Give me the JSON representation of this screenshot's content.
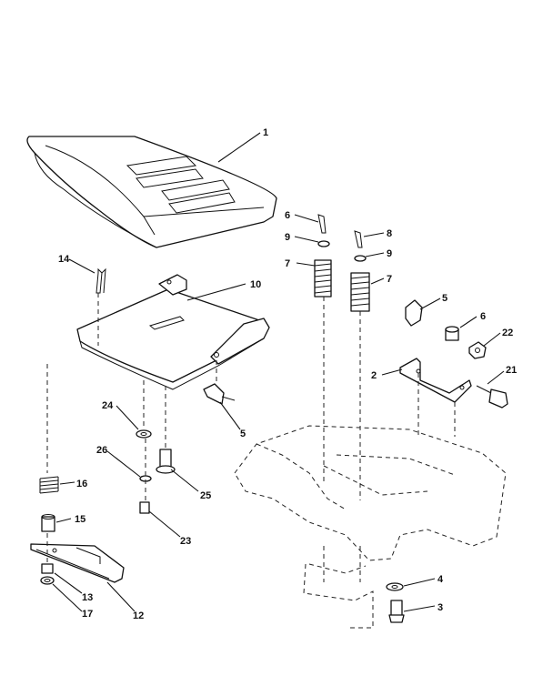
{
  "callouts": {
    "c1": "1",
    "c2": "2",
    "c3": "3",
    "c4": "4",
    "c5a": "5",
    "c5b": "5",
    "c6a": "6",
    "c6b": "6",
    "c7a": "7",
    "c7b": "7",
    "c8": "8",
    "c9a": "9",
    "c9b": "9",
    "c10": "10",
    "c12": "12",
    "c13": "13",
    "c14": "14",
    "c15": "15",
    "c16": "16",
    "c17": "17",
    "c21": "21",
    "c22": "22",
    "c23": "23",
    "c24": "24",
    "c25": "25",
    "c26": "26"
  },
  "colors": {
    "ink": "#111111",
    "paper": "#ffffff"
  }
}
